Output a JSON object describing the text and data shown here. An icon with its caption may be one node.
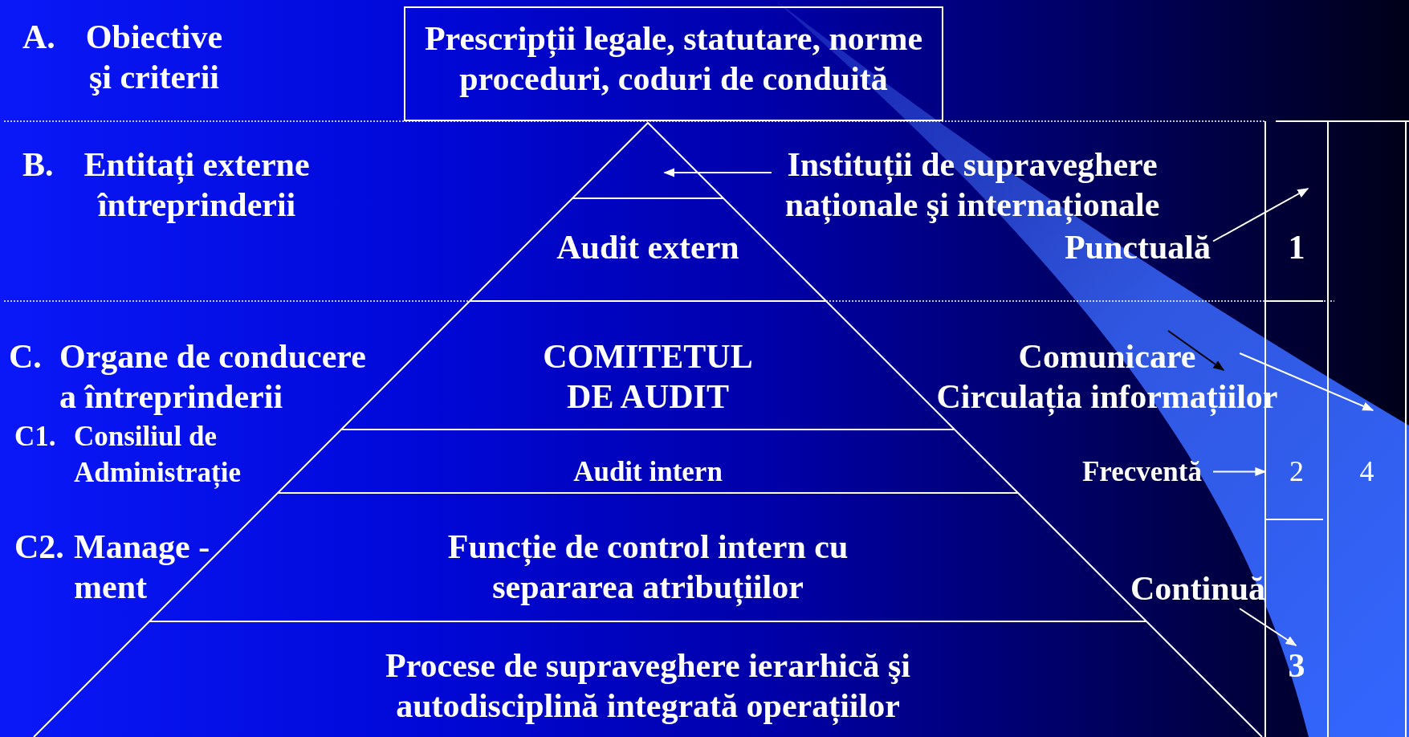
{
  "diagram": {
    "nodes": [
      {
        "text": [
          "Prescripții legale, statutare, norme proceduri, coduri de conduită"
        ]
      },
      {
        "text": [],
        "shape": "triangle"
      },
      {
        "text": [
          "Instituții de supraveghere naționale şi internaționale"
        ]
      },
      {
        "text": [
          "Audit extern"
        ]
      },
      {
        "text": [
          "Punctuală"
        ]
      },
      {
        "text": [
          "1"
        ]
      },
      {
        "text": [
          "COMITETUL DE AUDIT"
        ]
      },
      {
        "text": [
          "Comunicare",
          "Circulația informațiilor"
        ]
      },
      {
        "text": [
          "Audit intern"
        ]
      },
      {
        "text": [
          "Frecventă"
        ]
      },
      {
        "text": [
          "2"
        ]
      },
      {
        "text": [
          "4"
        ]
      },
      {
        "text": [
          "Funcție de control intern cu separarea atribuțiilor"
        ]
      },
      {
        "text": [
          "Continuă"
        ]
      },
      {
        "text": [
          "Procese de supraveghere ierarhică şi autodisciplină integrată operațiilor"
        ]
      },
      {
        "text": [
          "3"
        ]
      }
    ],
    "edges": [
      {
        "from": 2,
        "to": 1,
        "arrow": "to"
      },
      {
        "from": 4,
        "to": 5,
        "arrow": "to"
      },
      {
        "from": 7,
        "to": null,
        "arrow": "to"
      },
      {
        "from": 9,
        "to": 10,
        "arrow": "to"
      },
      {
        "from": 13,
        "to": 15,
        "arrow": "to"
      }
    ],
    "labels": [
      "A.",
      "Obiective şi criterii",
      "B.",
      "Entitați externe întreprinderii",
      "C.",
      "Organe de conducere a întreprinderii",
      "C1.",
      "Consiliul de Administrație",
      "C2.",
      "Manage - ment"
    ]
  }
}
